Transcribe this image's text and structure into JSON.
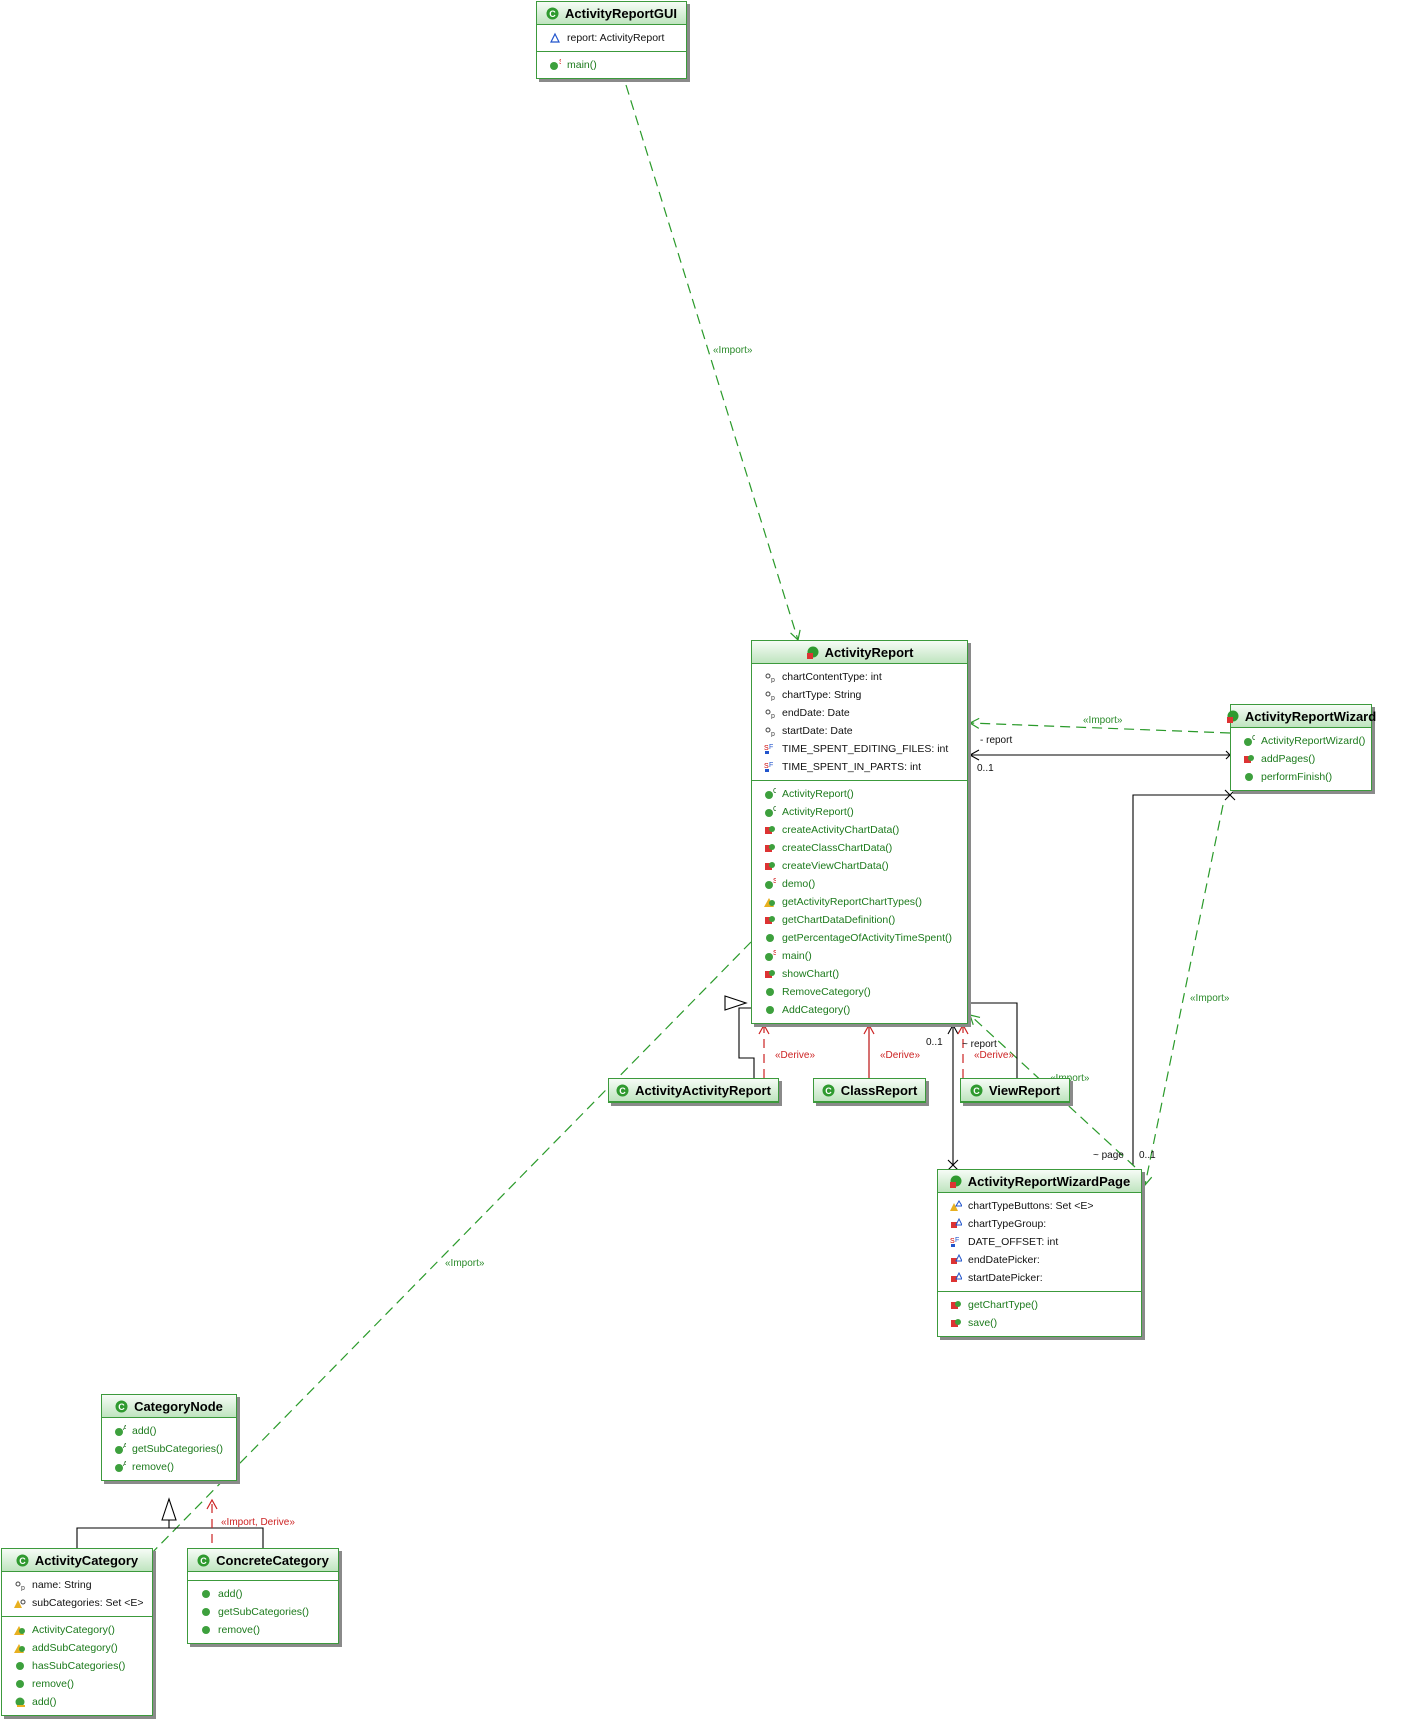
{
  "classes": {
    "gui": {
      "name": "ActivityReportGUI",
      "fields": [
        "report: ActivityReport"
      ],
      "methods": [
        "main()"
      ]
    },
    "report": {
      "name": "ActivityReport",
      "fields": [
        "chartContentType: int",
        "chartType: String",
        "endDate: Date",
        "startDate: Date",
        "TIME_SPENT_EDITING_FILES: int",
        "TIME_SPENT_IN_PARTS: int"
      ],
      "methods": [
        "ActivityReport()",
        "ActivityReport()",
        "createActivityChartData()",
        "createClassChartData()",
        "createViewChartData()",
        "demo()",
        "getActivityReportChartTypes()",
        "getChartDataDefinition()",
        "getPercentageOfActivityTimeSpent()",
        "main()",
        "showChart()",
        "RemoveCategory()",
        "AddCategory()"
      ]
    },
    "wizard": {
      "name": "ActivityReportWizard",
      "methods": [
        "ActivityReportWizard()",
        "addPages()",
        "performFinish()"
      ]
    },
    "activityActivity": {
      "name": "ActivityActivityReport"
    },
    "classReport": {
      "name": "ClassReport"
    },
    "viewReport": {
      "name": "ViewReport"
    },
    "wizardPage": {
      "name": "ActivityReportWizardPage",
      "fields": [
        "chartTypeButtons: Set <E>",
        "chartTypeGroup:",
        "DATE_OFFSET: int",
        "endDatePicker:",
        "startDatePicker:"
      ],
      "methods": [
        "getChartType()",
        "save()"
      ]
    },
    "categoryNode": {
      "name": "CategoryNode",
      "methods": [
        "add()",
        "getSubCategories()",
        "remove()"
      ]
    },
    "activityCategory": {
      "name": "ActivityCategory",
      "fields": [
        "name: String",
        "subCategories: Set <E>"
      ],
      "methods": [
        "ActivityCategory()",
        "addSubCategory()",
        "hasSubCategories()",
        "remove()",
        "add()"
      ]
    },
    "concreteCategory": {
      "name": "ConcreteCategory",
      "methods": [
        "add()",
        "getSubCategories()",
        "remove()"
      ]
    }
  },
  "labels": {
    "import": "«Import»",
    "derive": "«Derive»",
    "importDerive": "«Import, Derive»",
    "reportRole": "- report",
    "reportRole2": "~ report",
    "pageRole": "~ page",
    "mult": "0..1"
  },
  "colors": {
    "umlGreen": "#3c9a3c",
    "importLine": "#2a9a2a",
    "deriveLine": "#cc2222",
    "assocLine": "#000000"
  },
  "icons": {
    "classHeader": "class-icon",
    "abstractHeader": "abstract-class-icon",
    "publicMethod": "green-circle-icon",
    "privateMethod": "red-square-icon",
    "field": "field-diamond-icon",
    "static": "static-marker-icon"
  }
}
